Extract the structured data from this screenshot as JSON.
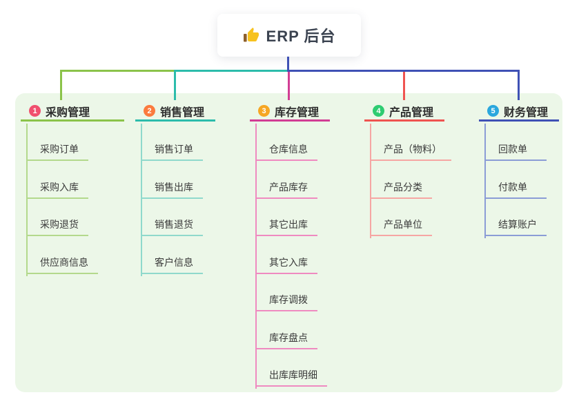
{
  "root": {
    "label": "ERP 后台",
    "icon": "thumbs-up-icon",
    "connector_color": "#3f51b5"
  },
  "panel": {
    "background": "#ecf7e8"
  },
  "branches": [
    {
      "number": "1",
      "label": "采购管理",
      "badge_color": "#f0506e",
      "line_color": "#8bc34a",
      "child_line_color": "#b3d98c",
      "children": [
        "采购订单",
        "采购入库",
        "采购退货",
        "供应商信息"
      ]
    },
    {
      "number": "2",
      "label": "销售管理",
      "badge_color": "#fb7b3e",
      "line_color": "#2cbcab",
      "child_line_color": "#8fd9cc",
      "children": [
        "销售订单",
        "销售出库",
        "销售退货",
        "客户信息"
      ]
    },
    {
      "number": "3",
      "label": "库存管理",
      "badge_color": "#f6a623",
      "line_color": "#d23d94",
      "child_line_color": "#ef8ac0",
      "children": [
        "仓库信息",
        "产品库存",
        "其它出库",
        "其它入库",
        "库存调拨",
        "库存盘点",
        "出库库明细"
      ]
    },
    {
      "number": "4",
      "label": "产品管理",
      "badge_color": "#2ecc71",
      "line_color": "#ef5350",
      "child_line_color": "#f6a6a3",
      "children": [
        "产品（物料）",
        "产品分类",
        "产品单位"
      ]
    },
    {
      "number": "5",
      "label": "财务管理",
      "badge_color": "#2aa7dd",
      "line_color": "#3f51b5",
      "child_line_color": "#8b9cd6",
      "children": [
        "回款单",
        "付款单",
        "结算账户"
      ]
    }
  ]
}
